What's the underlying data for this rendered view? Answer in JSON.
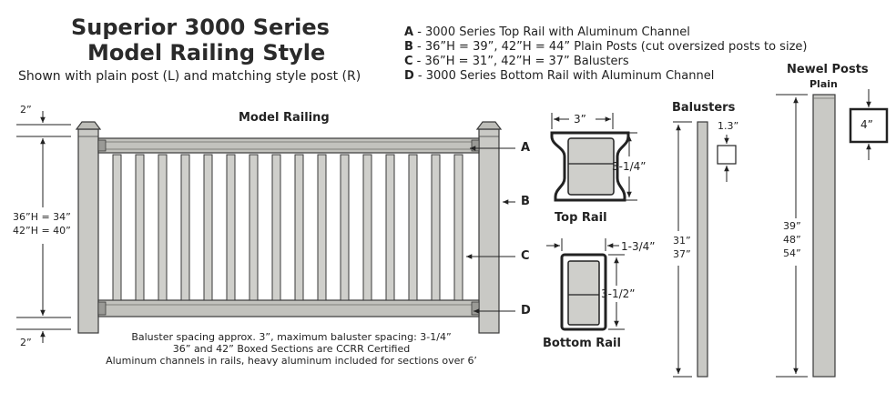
{
  "header": {
    "title_line1": "Superior 3000 Series",
    "title_line2": "Model Railing Style",
    "subtitle": "Shown with plain post (L) and matching style post (R)"
  },
  "legend": [
    {
      "key": "A",
      "text": " - 3000 Series Top Rail with Aluminum Channel"
    },
    {
      "key": "B",
      "text": " - 36”H = 39”, 42”H = 44” Plain Posts (cut oversized posts to size)"
    },
    {
      "key": "C",
      "text": " - 36”H = 31”, 42”H = 37” Balusters"
    },
    {
      "key": "D",
      "text": " - 3000 Series Bottom Rail with Aluminum Channel"
    }
  ],
  "model_railing": {
    "label": "Model Railing",
    "gap_top": "2”",
    "gap_bottom": "2”",
    "height_line1": "36”H = 34”",
    "height_line2": "42”H = 40”",
    "callouts": [
      "A",
      "B",
      "C",
      "D"
    ],
    "notes": [
      "Baluster spacing approx. 3”, maximum baluster spacing: 3-1/4”",
      "36” and 42” Boxed Sections are CCRR Certified",
      "Aluminum channels in rails, heavy aluminum included for sections over 6’"
    ]
  },
  "top_rail": {
    "label": "Top Rail",
    "width": "3”",
    "height": "3-1/4”"
  },
  "bottom_rail": {
    "label": "Bottom Rail",
    "width": "1-3/4”",
    "height": "3-1/2”"
  },
  "balusters": {
    "label": "Balusters",
    "size": "1.3”",
    "length_line1": "31”",
    "length_line2": "37”"
  },
  "newel_posts": {
    "label": "Newel Posts",
    "sublabel": "Plain",
    "size": "4”",
    "length_line1": "39”",
    "length_line2": "48”",
    "length_line3": "54”"
  },
  "colors": {
    "post_fill": "#c9c9c5",
    "post_stroke": "#3a3a3a",
    "rail_fill": "#c2c2bd",
    "dim_line": "#222222"
  }
}
